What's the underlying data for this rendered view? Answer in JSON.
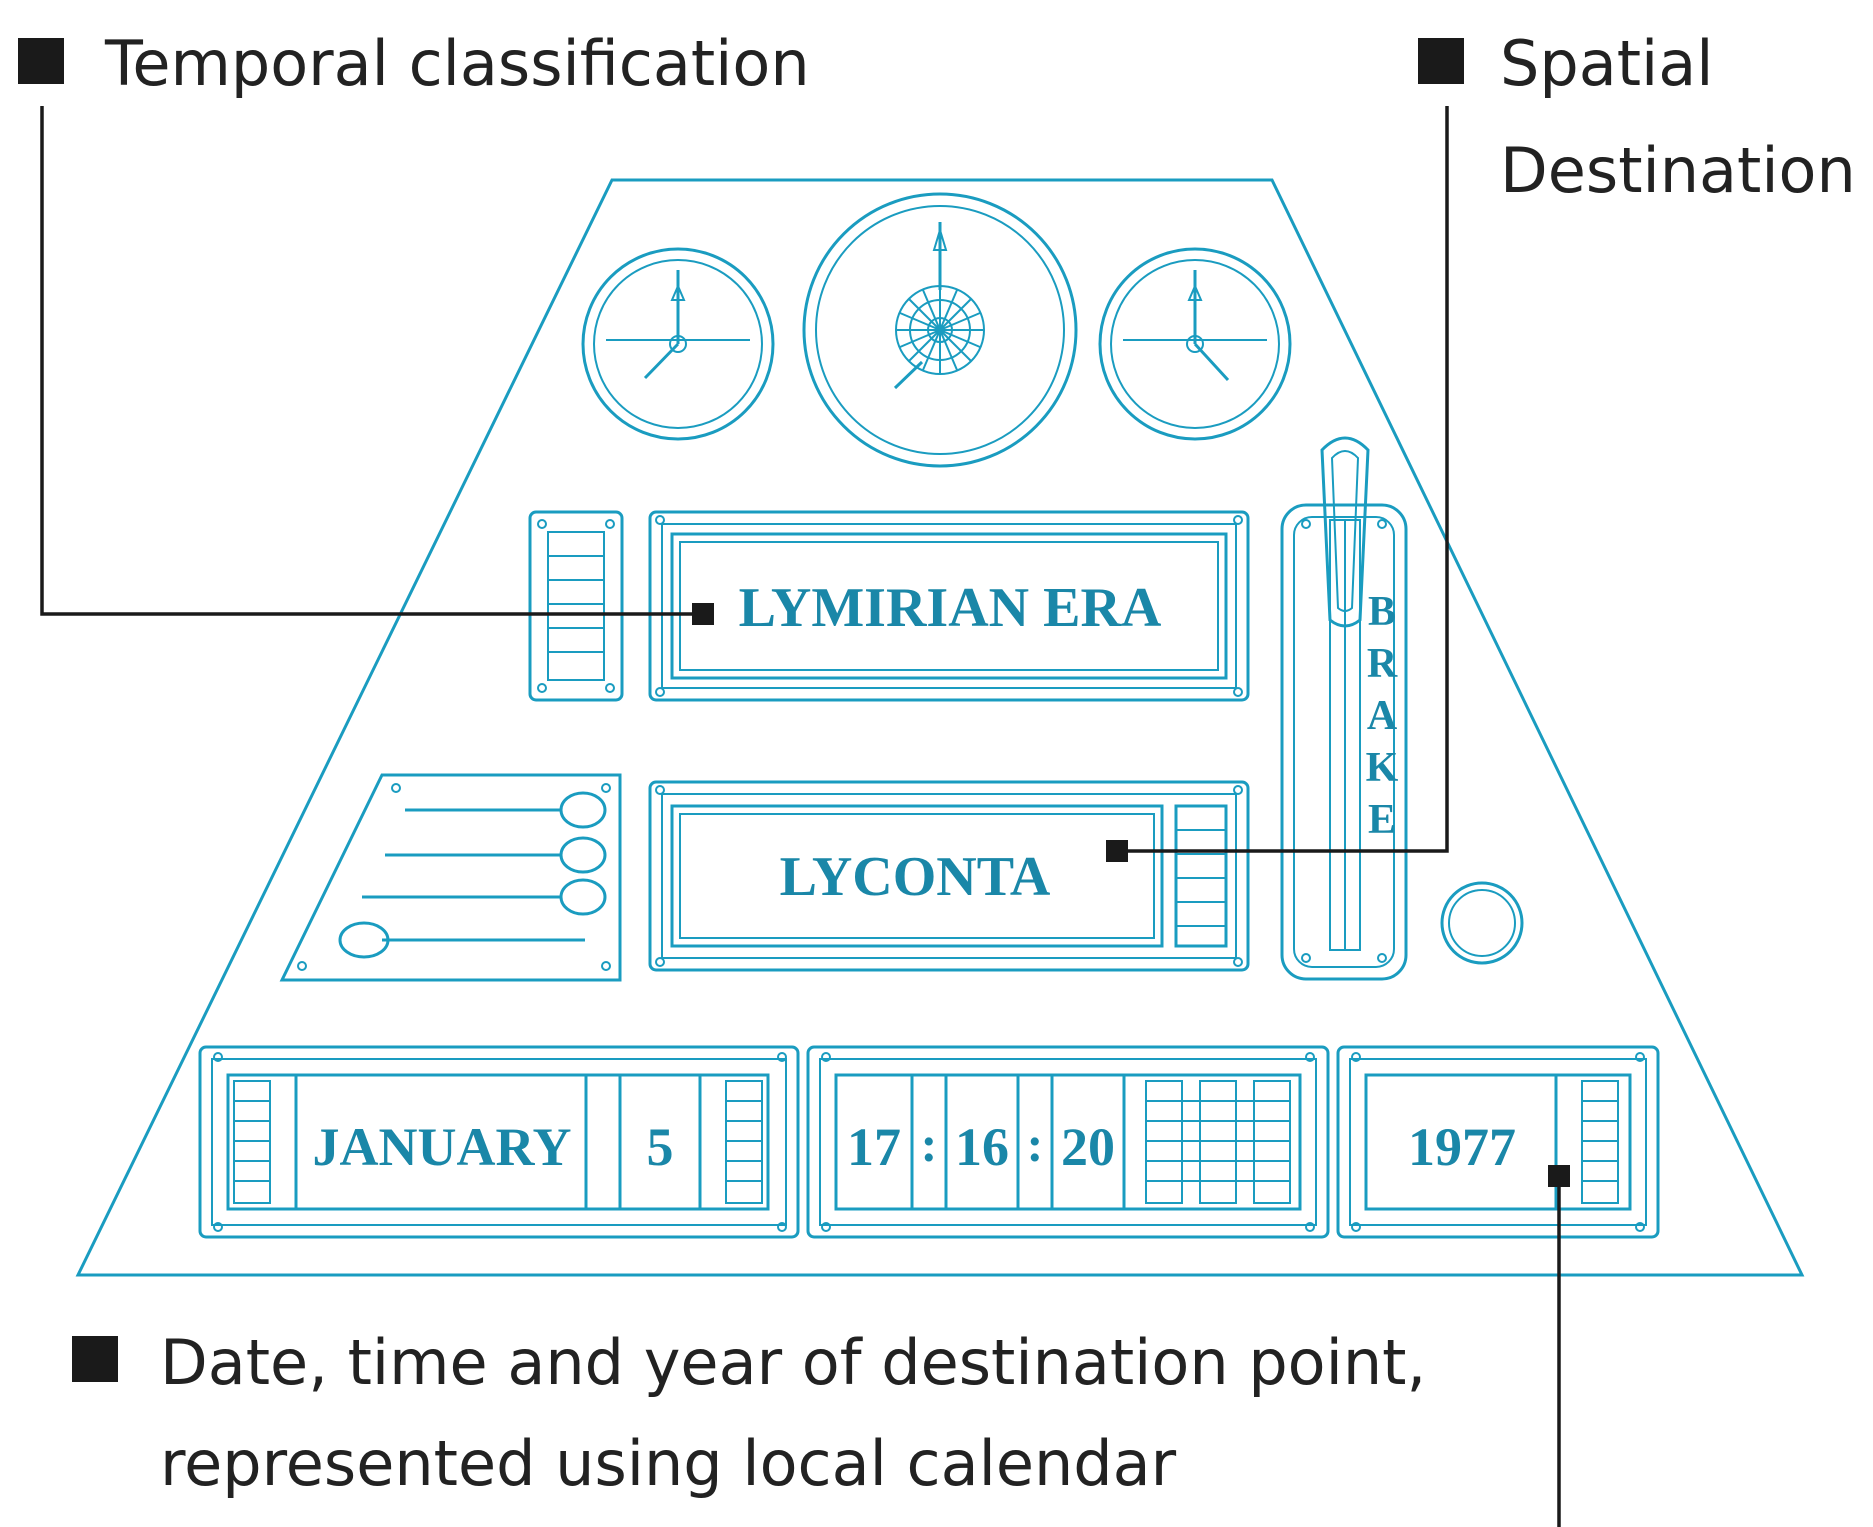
{
  "annotations": {
    "temporal": "Temporal classification",
    "spatial_line1": "Spatial",
    "spatial_line2": "Destination",
    "date_line1": "Date, time and year of destination point,",
    "date_line2": "represented using local calendar"
  },
  "panel": {
    "era": "LYMIRIAN  ERA",
    "place": "LYCONTA",
    "brake": [
      "B",
      "R",
      "A",
      "K",
      "E"
    ],
    "month": "JANUARY",
    "day": "5",
    "hour": "17",
    "minute": "16",
    "second": "20",
    "colon": ":",
    "year": "1977"
  },
  "colors": {
    "panel_line": "#1a9cc0",
    "panel_text": "#1a87a8",
    "leader": "#1a1a1a"
  }
}
